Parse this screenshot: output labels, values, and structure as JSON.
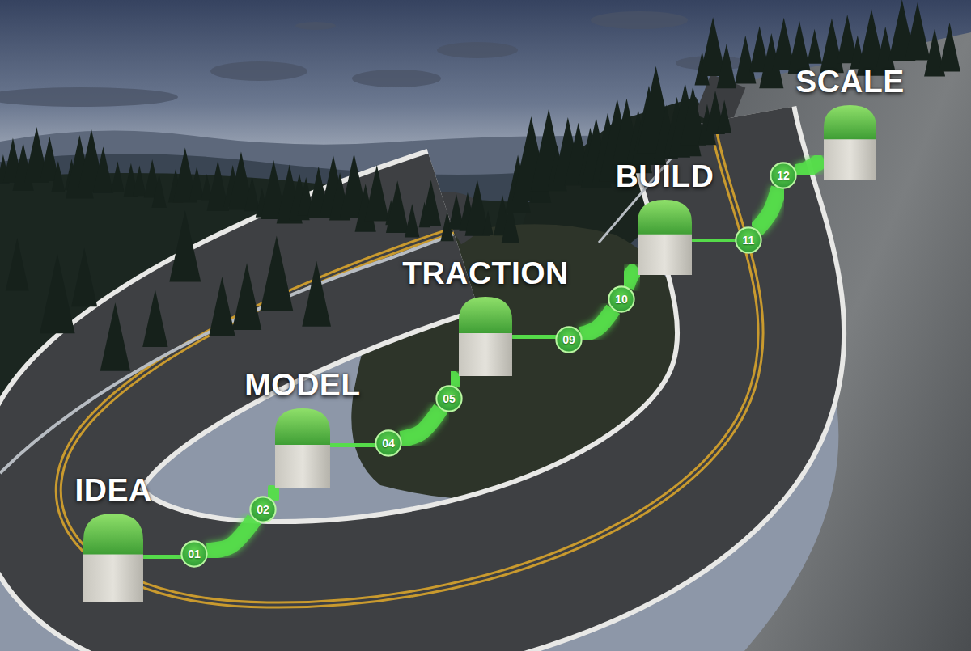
{
  "diagram": {
    "nodes": [
      {
        "text": [
          "IDEA"
        ]
      },
      {
        "text": [
          "01"
        ]
      },
      {
        "text": [
          "02"
        ]
      },
      {
        "text": [
          "MODEL"
        ]
      },
      {
        "text": [
          "04"
        ]
      },
      {
        "text": [
          "05"
        ]
      },
      {
        "text": [
          "TRACTION"
        ]
      },
      {
        "text": [
          "09"
        ]
      },
      {
        "text": [
          "10"
        ]
      },
      {
        "text": [
          "BUILD"
        ]
      },
      {
        "text": [
          "11"
        ]
      },
      {
        "text": [
          "12"
        ]
      },
      {
        "text": [
          "SCALE"
        ]
      }
    ],
    "edges": [
      {
        "from": 0,
        "to": 1,
        "arrow": "none"
      },
      {
        "from": 1,
        "to": 2,
        "arrow": "none"
      },
      {
        "from": 2,
        "to": 3,
        "arrow": "none"
      },
      {
        "from": 3,
        "to": 4,
        "arrow": "none"
      },
      {
        "from": 4,
        "to": 5,
        "arrow": "none"
      },
      {
        "from": 5,
        "to": 6,
        "arrow": "none"
      },
      {
        "from": 6,
        "to": 7,
        "arrow": "none"
      },
      {
        "from": 7,
        "to": 8,
        "arrow": "none"
      },
      {
        "from": 8,
        "to": 9,
        "arrow": "none"
      },
      {
        "from": 9,
        "to": 10,
        "arrow": "none"
      },
      {
        "from": 10,
        "to": 11,
        "arrow": "none"
      },
      {
        "from": 11,
        "to": 12,
        "arrow": "none"
      }
    ]
  }
}
